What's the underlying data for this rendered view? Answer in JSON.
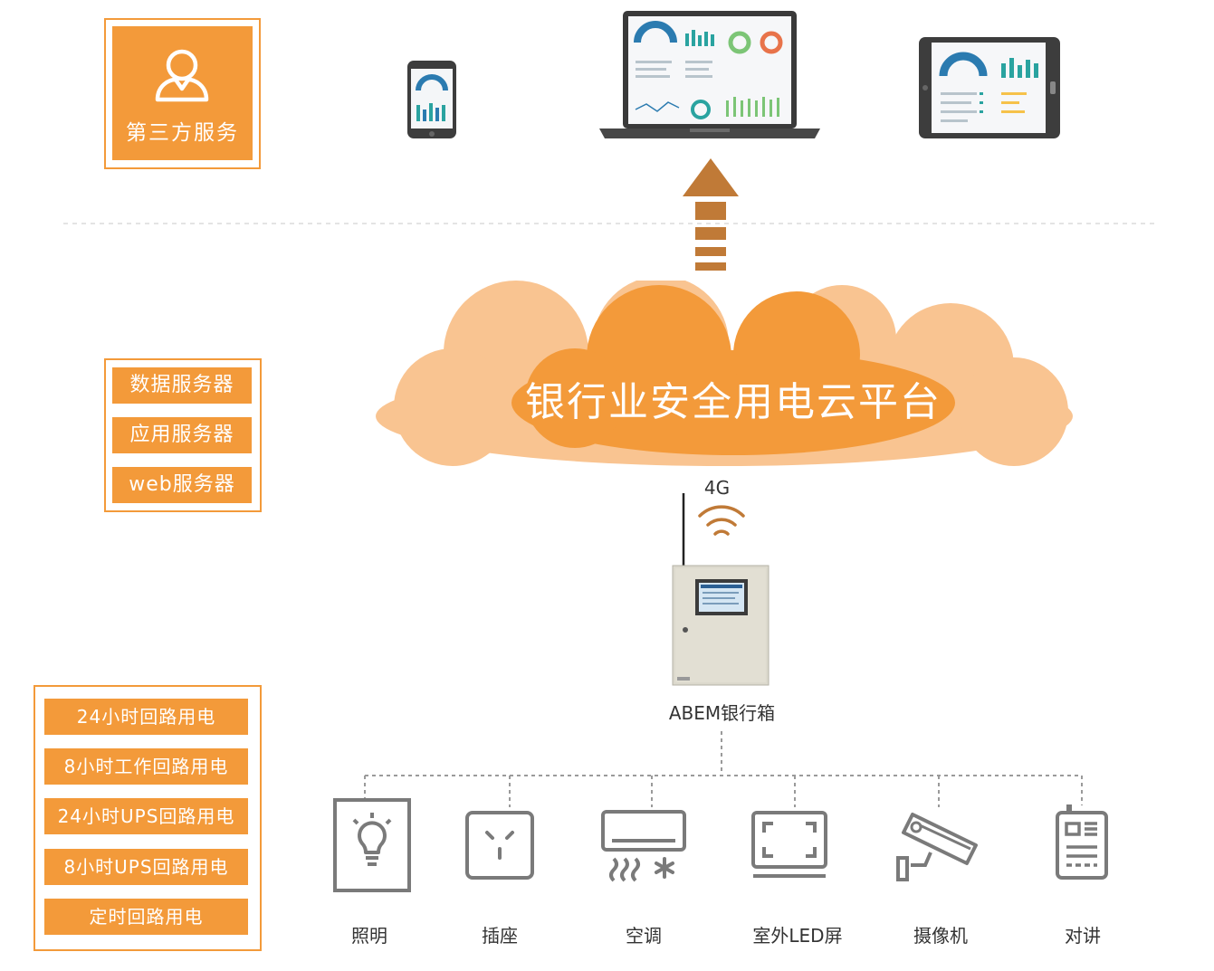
{
  "third_party": {
    "label": "第三方服务",
    "icon": "user-icon"
  },
  "servers": [
    "数据服务器",
    "应用服务器",
    "web服务器"
  ],
  "circuits": [
    "24小时回路用电",
    "8小时工作回路用电",
    "24小时UPS回路用电",
    "8小时UPS回路用电",
    "定时回路用电"
  ],
  "cloud": {
    "title": "银行业安全用电云平台"
  },
  "network": {
    "label": "4G",
    "icon": "wifi-icon"
  },
  "cabinet": {
    "label": "ABEM银行箱"
  },
  "devices": [
    {
      "label": "照明",
      "icon": "light-bulb-icon"
    },
    {
      "label": "插座",
      "icon": "socket-icon"
    },
    {
      "label": "空调",
      "icon": "air-conditioner-icon"
    },
    {
      "label": "室外LED屏",
      "icon": "led-screen-icon"
    },
    {
      "label": "摄像机",
      "icon": "camera-icon"
    },
    {
      "label": "对讲",
      "icon": "intercom-icon"
    }
  ],
  "colors": {
    "accent": "#f39a3a",
    "cloud_light": "#f9c491",
    "arrow": "#c07a37",
    "device_gray": "#7a7a7a"
  }
}
